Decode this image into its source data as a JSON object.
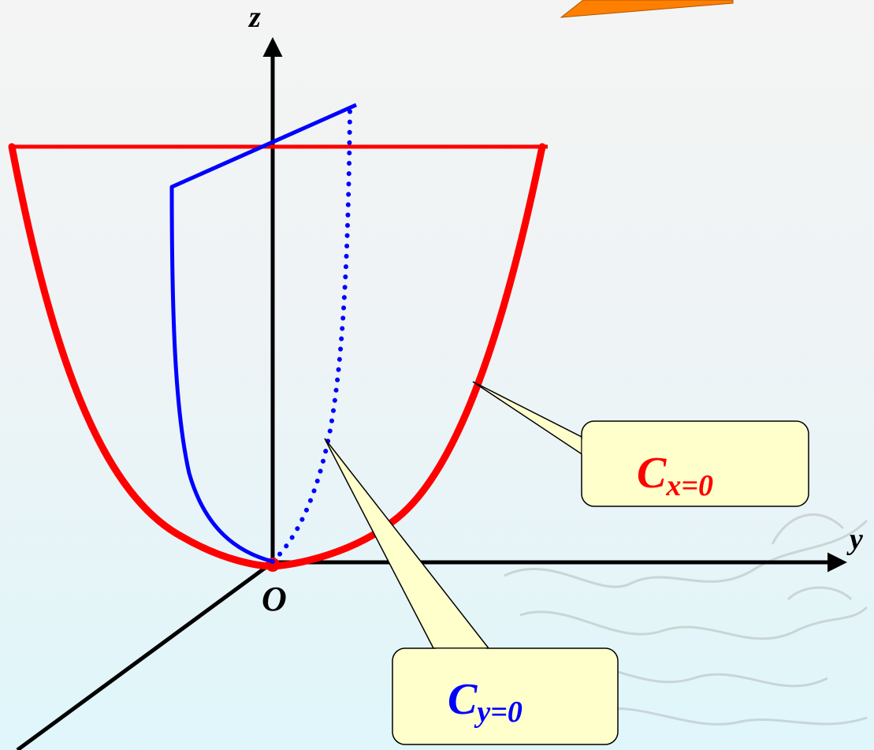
{
  "axes": {
    "z_label": "z",
    "y_label": "y",
    "origin_label": "O"
  },
  "callouts": {
    "cx": {
      "main": "C",
      "sub": "x=0"
    },
    "cy": {
      "main": "C",
      "sub": "y=0"
    }
  },
  "colors": {
    "red_curve": "#ff0000",
    "blue_curve": "#0000ff",
    "axis": "#000000",
    "callout_fill": "#ffffcc",
    "arrow_orange": "#ff7f00",
    "watermark": "#b0b0b0"
  }
}
